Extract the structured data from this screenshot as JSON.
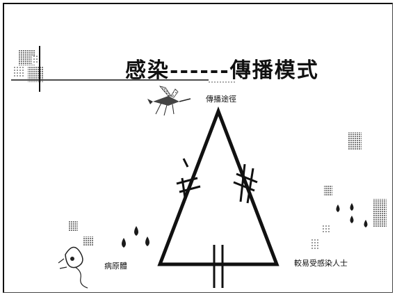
{
  "slide": {
    "title": "感染------傳播模式",
    "vertex_labels": {
      "top": "傳播途徑",
      "left": "病原體",
      "right": "較易受感染人士"
    }
  },
  "colors": {
    "ink": "#111111",
    "droplet": "#1a1a1a",
    "halftone": "#8a8a8a"
  },
  "icons": {
    "top_vertex": "mosquito-icon",
    "left_vertex": "microbe-icon",
    "right_vertex": "people-crowd-icon",
    "corner": "halftone-block-icon"
  }
}
